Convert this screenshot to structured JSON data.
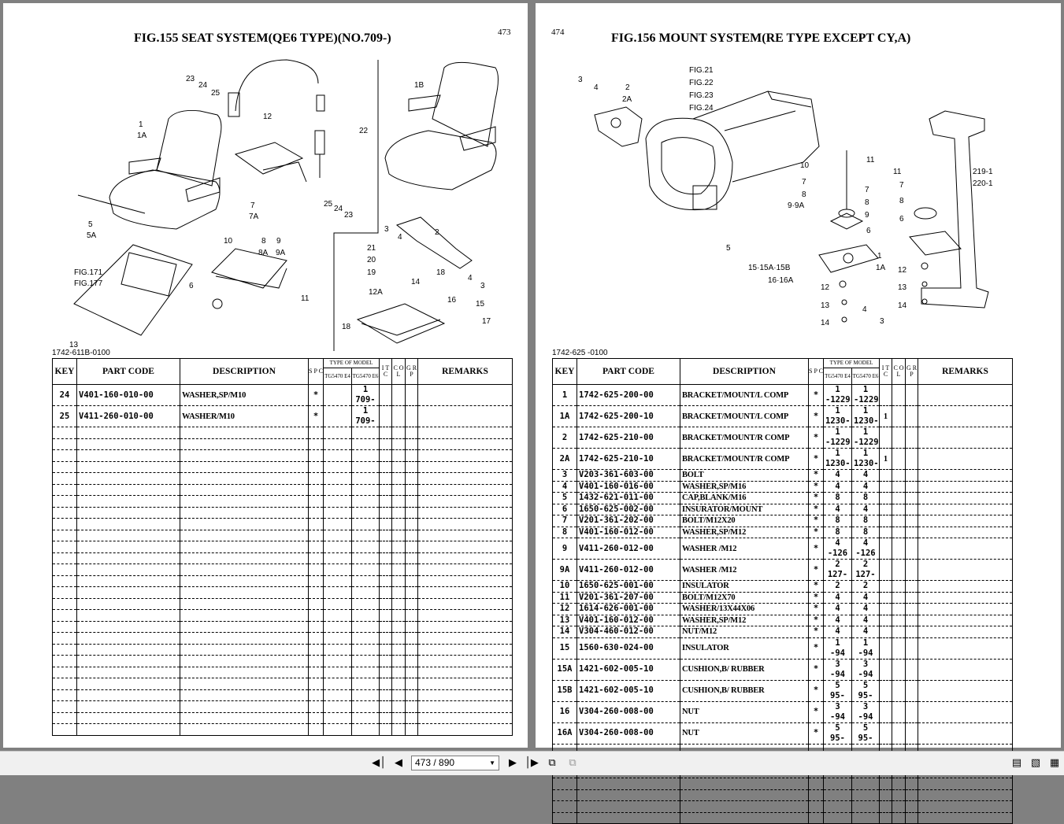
{
  "left_page": {
    "title": "FIG.155  SEAT SYSTEM(QE6 TYPE)(NO.709-)",
    "page_number": "473",
    "drawing_code": "1742-611B-0100",
    "figure_callouts": [
      "23",
      "24",
      "25",
      "12",
      "22",
      "1",
      "1A",
      "1B",
      "5",
      "5A",
      "7",
      "7A",
      "10",
      "8",
      "8A",
      "9",
      "9A",
      "6",
      "11",
      "FIG.171",
      "FIG.177",
      "13",
      "25",
      "24",
      "23",
      "3",
      "4",
      "2",
      "21",
      "20",
      "19",
      "12A",
      "14",
      "18",
      "16",
      "15",
      "3",
      "4",
      "18",
      "17"
    ],
    "rows": [
      {
        "key": "24",
        "code": "V401-160-010-00",
        "desc": "WASHER,SP/M10",
        "spc": "*",
        "q1": [
          "",
          ""
        ],
        "q2": [
          "1",
          "709-"
        ],
        "itc": ""
      },
      {
        "key": "25",
        "code": "V411-260-010-00",
        "desc": "WASHER/M10",
        "spc": "*",
        "q1": [
          "",
          ""
        ],
        "q2": [
          "1",
          "709-"
        ],
        "itc": ""
      }
    ]
  },
  "right_page": {
    "title": "FIG.156  MOUNT SYSTEM(RE TYPE EXCEPT CY,A)",
    "page_number": "474",
    "drawing_code": "1742-625 -0100",
    "figure_callouts": [
      "3",
      "4",
      "2",
      "2A",
      "FIG.21",
      "FIG.22",
      "FIG.23",
      "FIG.24",
      "10",
      "11",
      "7",
      "7",
      "8",
      "8",
      "9·9A",
      "9",
      "6",
      "5",
      "15·15A·15B",
      "16·16A",
      "12",
      "13",
      "14",
      "4",
      "3",
      "1",
      "1A",
      "11",
      "7",
      "8",
      "6",
      "12",
      "13",
      "14",
      "219-1",
      "220-1"
    ],
    "rows": [
      {
        "key": "1",
        "code": "1742-625-200-00",
        "desc": "BRACKET/MOUNT/L COMP",
        "spc": "*",
        "q1": [
          "1",
          "-1229"
        ],
        "q2": [
          "1",
          "-1229"
        ],
        "itc": ""
      },
      {
        "key": "1A",
        "code": "1742-625-200-10",
        "desc": "BRACKET/MOUNT/L COMP",
        "spc": "*",
        "q1": [
          "1",
          "1230-"
        ],
        "q2": [
          "1",
          "1230-"
        ],
        "itc": "1"
      },
      {
        "key": "2",
        "code": "1742-625-210-00",
        "desc": "BRACKET/MOUNT/R COMP",
        "spc": "*",
        "q1": [
          "1",
          "-1229"
        ],
        "q2": [
          "1",
          "-1229"
        ],
        "itc": ""
      },
      {
        "key": "2A",
        "code": "1742-625-210-10",
        "desc": "BRACKET/MOUNT/R COMP",
        "spc": "*",
        "q1": [
          "1",
          "1230-"
        ],
        "q2": [
          "1",
          "1230-"
        ],
        "itc": "1"
      },
      {
        "key": "3",
        "code": "V203-361-603-00",
        "desc": "BOLT",
        "spc": "*",
        "q1": [
          "4",
          ""
        ],
        "q2": [
          "4",
          ""
        ],
        "itc": ""
      },
      {
        "key": "4",
        "code": "V401-160-016-00",
        "desc": "WASHER,SP/M16",
        "spc": "*",
        "q1": [
          "4",
          ""
        ],
        "q2": [
          "4",
          ""
        ],
        "itc": ""
      },
      {
        "key": "5",
        "code": "1432-621-011-00",
        "desc": "CAP,BLANK/M16",
        "spc": "*",
        "q1": [
          "8",
          ""
        ],
        "q2": [
          "8",
          ""
        ],
        "itc": ""
      },
      {
        "key": "6",
        "code": "1650-625-002-00",
        "desc": "INSURATOR/MOUNT",
        "spc": "*",
        "q1": [
          "4",
          ""
        ],
        "q2": [
          "4",
          ""
        ],
        "itc": ""
      },
      {
        "key": "7",
        "code": "V201-361-202-00",
        "desc": "BOLT/M12X20",
        "spc": "*",
        "q1": [
          "8",
          ""
        ],
        "q2": [
          "8",
          ""
        ],
        "itc": ""
      },
      {
        "key": "8",
        "code": "V401-160-012-00",
        "desc": "WASHER,SP/M12",
        "spc": "*",
        "q1": [
          "8",
          ""
        ],
        "q2": [
          "8",
          ""
        ],
        "itc": ""
      },
      {
        "key": "9",
        "code": "V411-260-012-00",
        "desc": "WASHER /M12",
        "spc": "*",
        "q1": [
          "4",
          "-126"
        ],
        "q2": [
          "4",
          "-126"
        ],
        "itc": ""
      },
      {
        "key": "9A",
        "code": "V411-260-012-00",
        "desc": "WASHER /M12",
        "spc": "*",
        "q1": [
          "2",
          "127-"
        ],
        "q2": [
          "2",
          "127-"
        ],
        "itc": ""
      },
      {
        "key": "10",
        "code": "1650-625-001-00",
        "desc": "INSULATOR",
        "spc": "*",
        "q1": [
          "2",
          ""
        ],
        "q2": [
          "2",
          ""
        ],
        "itc": ""
      },
      {
        "key": "11",
        "code": "V201-361-207-00",
        "desc": "BOLT/M12X70",
        "spc": "*",
        "q1": [
          "4",
          ""
        ],
        "q2": [
          "4",
          ""
        ],
        "itc": ""
      },
      {
        "key": "12",
        "code": "1614-626-001-00",
        "desc": "WASHER/13X44X06",
        "spc": "*",
        "q1": [
          "4",
          ""
        ],
        "q2": [
          "4",
          ""
        ],
        "itc": ""
      },
      {
        "key": "13",
        "code": "V401-160-012-00",
        "desc": "WASHER,SP/M12",
        "spc": "*",
        "q1": [
          "4",
          ""
        ],
        "q2": [
          "4",
          ""
        ],
        "itc": ""
      },
      {
        "key": "14",
        "code": "V304-460-012-00",
        "desc": "NUT/M12",
        "spc": "*",
        "q1": [
          "4",
          ""
        ],
        "q2": [
          "4",
          ""
        ],
        "itc": ""
      },
      {
        "key": "15",
        "code": "1560-630-024-00",
        "desc": "INSULATOR",
        "spc": "*",
        "q1": [
          "1",
          "-94"
        ],
        "q2": [
          "1",
          "-94"
        ],
        "itc": ""
      },
      {
        "key": "15A",
        "code": "1421-602-005-10",
        "desc": "CUSHION,B/ RUBBER",
        "spc": "*",
        "q1": [
          "3",
          "-94"
        ],
        "q2": [
          "3",
          "-94"
        ],
        "itc": ""
      },
      {
        "key": "15B",
        "code": "1421-602-005-10",
        "desc": "CUSHION,B/ RUBBER",
        "spc": "*",
        "q1": [
          "5",
          "95-"
        ],
        "q2": [
          "5",
          "95-"
        ],
        "itc": ""
      },
      {
        "key": "16",
        "code": "V304-260-008-00",
        "desc": "NUT",
        "spc": "*",
        "q1": [
          "3",
          "-94"
        ],
        "q2": [
          "3",
          "-94"
        ],
        "itc": ""
      },
      {
        "key": "16A",
        "code": "V304-260-008-00",
        "desc": "NUT",
        "spc": "*",
        "q1": [
          "5",
          "95-"
        ],
        "q2": [
          "5",
          "95-"
        ],
        "itc": ""
      }
    ]
  },
  "table_headers": {
    "key": "KEY",
    "part_code": "PART CODE",
    "description": "DESCRIPTION",
    "spc": "S P C",
    "type_of_model": "TYPE OF MODEL",
    "model1": "TG5470 E4",
    "model2": "TG5470 E6",
    "itc": "I T C",
    "col": "C O L",
    "grp": "G R P",
    "remarks": "REMARKS"
  },
  "toolbar": {
    "page_indicator": "473 / 890",
    "icons": [
      "first-page-icon",
      "prev-page-icon",
      "next-page-icon",
      "last-page-icon",
      "two-page-view-icon",
      "continuous-view-icon",
      "single-page-icon",
      "facing-pages-icon",
      "columns-icon"
    ]
  }
}
